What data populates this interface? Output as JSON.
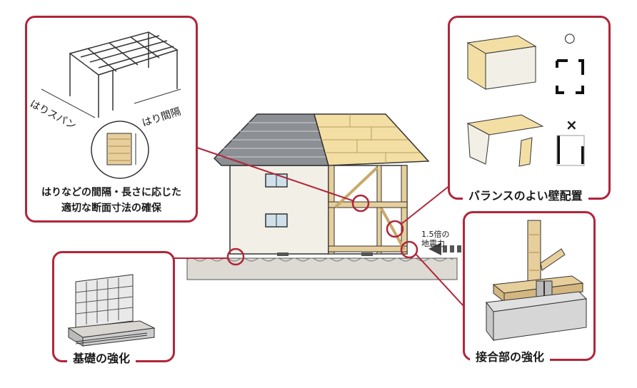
{
  "panels": {
    "beam": {
      "caption_line1": "はりなどの間隔・長さに応じた",
      "caption_line2": "適切な断面寸法の確保",
      "label_span": "はりスパン",
      "label_interval": "はり間隔"
    },
    "wall": {
      "caption": "バランスのよい壁配置",
      "good_mark": "○",
      "bad_mark": "×"
    },
    "foundation": {
      "caption": "基礎の強化"
    },
    "joint": {
      "caption": "接合部の強化"
    }
  },
  "house": {
    "force_label_line1": "1.5倍の",
    "force_label_line2": "地震力"
  },
  "colors": {
    "accent": "#b0263a",
    "roof_tile": "#8c8f94",
    "roof_board": "#f3dfa4",
    "wall": "#f1efe6",
    "timber": "#e7cf9c",
    "ground": "#d8d6cf"
  }
}
